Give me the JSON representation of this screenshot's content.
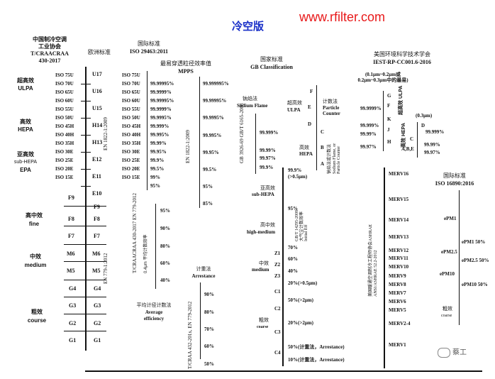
{
  "header": {
    "title": "冷空版",
    "url": "www.rfilter.com"
  },
  "col_caaa": {
    "title": [
      "中国制冷空调",
      "工业协会",
      "T/CRAACRAA",
      "430-2017"
    ],
    "groups": [
      {
        "cn": "超高效",
        "en": "ULPA"
      },
      {
        "cn": "高效",
        "en": "HEPA"
      },
      {
        "cn": "亚高效",
        "en": "sub-HEPA",
        "en2": "EPA"
      },
      {
        "cn": "高中效",
        "en": "fine"
      },
      {
        "cn": "中效",
        "en": "medium"
      },
      {
        "cn": "粗效",
        "en": "course"
      }
    ],
    "iso_left": [
      "ISO 75U",
      "ISO 70U",
      "ISO 65U",
      "ISO 60U",
      "ISO 55U",
      "ISO 50U",
      "ISO 45H",
      "ISO 40H",
      "ISO 35H",
      "ISO 30E",
      "ISO 25E",
      "ISO 20E",
      "ISO 15E"
    ],
    "f_grades": [
      "F9",
      "F8",
      "F7",
      "M6",
      "M5",
      "G4",
      "G3",
      "G2",
      "G1"
    ]
  },
  "col_eu": {
    "title": "欧洲标准",
    "grades_upper": [
      "U17",
      "U16",
      "U15",
      "H14",
      "H13",
      "E12",
      "E11",
      "E10"
    ],
    "grades_lower": [
      "F9",
      "F8",
      "F7",
      "M6",
      "M5",
      "G4",
      "G3",
      "G2",
      "G1"
    ],
    "std1": "EN 1822-1:2009",
    "std2": "EN 779-1:2012"
  },
  "col_iso29463": {
    "title_cn": "国际标准",
    "title_en": "ISO 29463:2011",
    "grades": [
      "ISO 75U",
      "ISO 70U",
      "ISO 65U",
      "ISO 60U",
      "ISO 55U",
      "ISO 50U",
      "ISO 45H",
      "ISO 40H",
      "ISO 35H",
      "ISO 30E",
      "ISO 25E",
      "ISO 20E",
      "ISO 15E"
    ],
    "eff": [
      "99.99995%",
      "99.9999%",
      "99.99995%",
      "99.9999%",
      "99.9995%",
      "99.999%",
      "99.995%",
      "99.99%",
      "99.95%",
      "99.9%",
      "99.5%",
      "99%",
      "95%"
    ]
  },
  "col_mpps": {
    "title_cn": "最易穿透粒径效率值",
    "title_en": "MPPS",
    "vals": [
      "99.999995%",
      "99.99995%",
      "99.9995%",
      "99.995%",
      "99.95%",
      "99.5%",
      "95%",
      "85%"
    ],
    "std": "EN 1822-1:2009"
  },
  "col_avg": {
    "vals": [
      "95%",
      "90%",
      "80%",
      "60%",
      "40%"
    ],
    "std": "T/CRAACRAA 430-2017\nEN 779-2012",
    "note": "0.4μm 平均计数效率",
    "label_cn": "平均计径计数法",
    "label_en1": "Average",
    "label_en2": "efficiency"
  },
  "col_arrest": {
    "label_cn": "计重法",
    "label_en": "Arrestance",
    "vals": [
      "90%",
      "80%",
      "70%",
      "60%",
      "50%"
    ],
    "std": "T/CRAA 432-201x, EN 779-2012"
  },
  "col_gb": {
    "title_cn": "国家标准",
    "title_en": "GB Classification",
    "sodium_cn": "钠焰法",
    "sodium_en": "Sodium Flame",
    "sodium_std": "GB 3926-69\nGB/T 6165-2008",
    "sodium_vals": [
      "99.999%",
      "99.99%",
      "99.97%",
      "99.9%"
    ],
    "ulpa_cn": "超高效",
    "ulpa_en": "ULPA",
    "hepa_cn": "高效",
    "hepa_en": "HEPA",
    "letters_ulpa": [
      "F",
      "E",
      "D"
    ],
    "letters_hepa": [
      "C",
      "B",
      "A"
    ],
    "counter_cn": "计数法",
    "counter_en1": "Particle",
    "counter_en2": "Counter",
    "counter2": "钠焰法或计数法\nSodium Flame, or\nParticle Counter",
    "subhepa_cn": "亚高效",
    "subhepa_en": "sub-HEPA",
    "subhepa_vals": [
      "99.9%",
      "(>0.5μm)",
      "95%"
    ],
    "highmed_cn": "高中效",
    "highmed_en": "high-medium",
    "std_gb": "GB/T 14295-2008\n大气尘计数效率\nInitial Eff",
    "medium_cn": "中效",
    "medium_en": "medium",
    "z_grades": [
      "Z1",
      "Z2",
      "Z3"
    ],
    "med_vals": [
      "70%",
      "60%",
      "40%",
      "20%(>0.5μm)"
    ],
    "coarse_cn": "粗效",
    "coarse_en": "coarse",
    "c_grades": [
      "C1",
      "C2",
      "C3",
      "C4"
    ],
    "coarse_vals": [
      "50%(>2μm)",
      "20%(>2μm)",
      "50%(计重法，Arrestance)",
      "10%(计重法，Arrestance)"
    ]
  },
  "col_iest": {
    "title_cn": "美国环境科学技术学会",
    "title_en": "IEST-RP-CC001.6-2016",
    "range": "(0.1μm~0.2μm或\n0.2μm~0.3μm中的最易)",
    "ulpa": "超高效 ULPA",
    "letters": [
      "G",
      "F",
      "K",
      "J",
      "H"
    ],
    "vals_left": [
      "99.9999%",
      "99.999%",
      "99.99%",
      "99.97%"
    ],
    "hepa_label": "高效 HEPA",
    "size": "(0.3μm)",
    "letters_right": [
      "D",
      "C",
      "A,B,E"
    ],
    "vals_right": [
      "99.999%",
      "99.99%",
      "99.97%"
    ]
  },
  "col_ashrae": {
    "merv": [
      "MERV16",
      "MERV15",
      "MERV14",
      "MERV13",
      "MERV12",
      "MERV11",
      "MERV10",
      "MERV9",
      "MERV8",
      "MERV7",
      "MERV6",
      "MERV5",
      "MERV2-4",
      "MERV1"
    ],
    "std": "美国暖通空调制冷工程师协会ASHRAE\nANSI/ASHRAE 52.2-2012"
  },
  "col_iso16890": {
    "title_cn": "国际标准",
    "title_en": "ISO 16890:2016",
    "items": [
      "ePM1",
      "ePM1 50%",
      "ePM2.5",
      "ePM2.5 50%",
      "ePM10",
      "ePM10 50%"
    ],
    "coarse_cn": "粗效",
    "coarse_en": "coarse"
  },
  "watermark": "蔡工"
}
